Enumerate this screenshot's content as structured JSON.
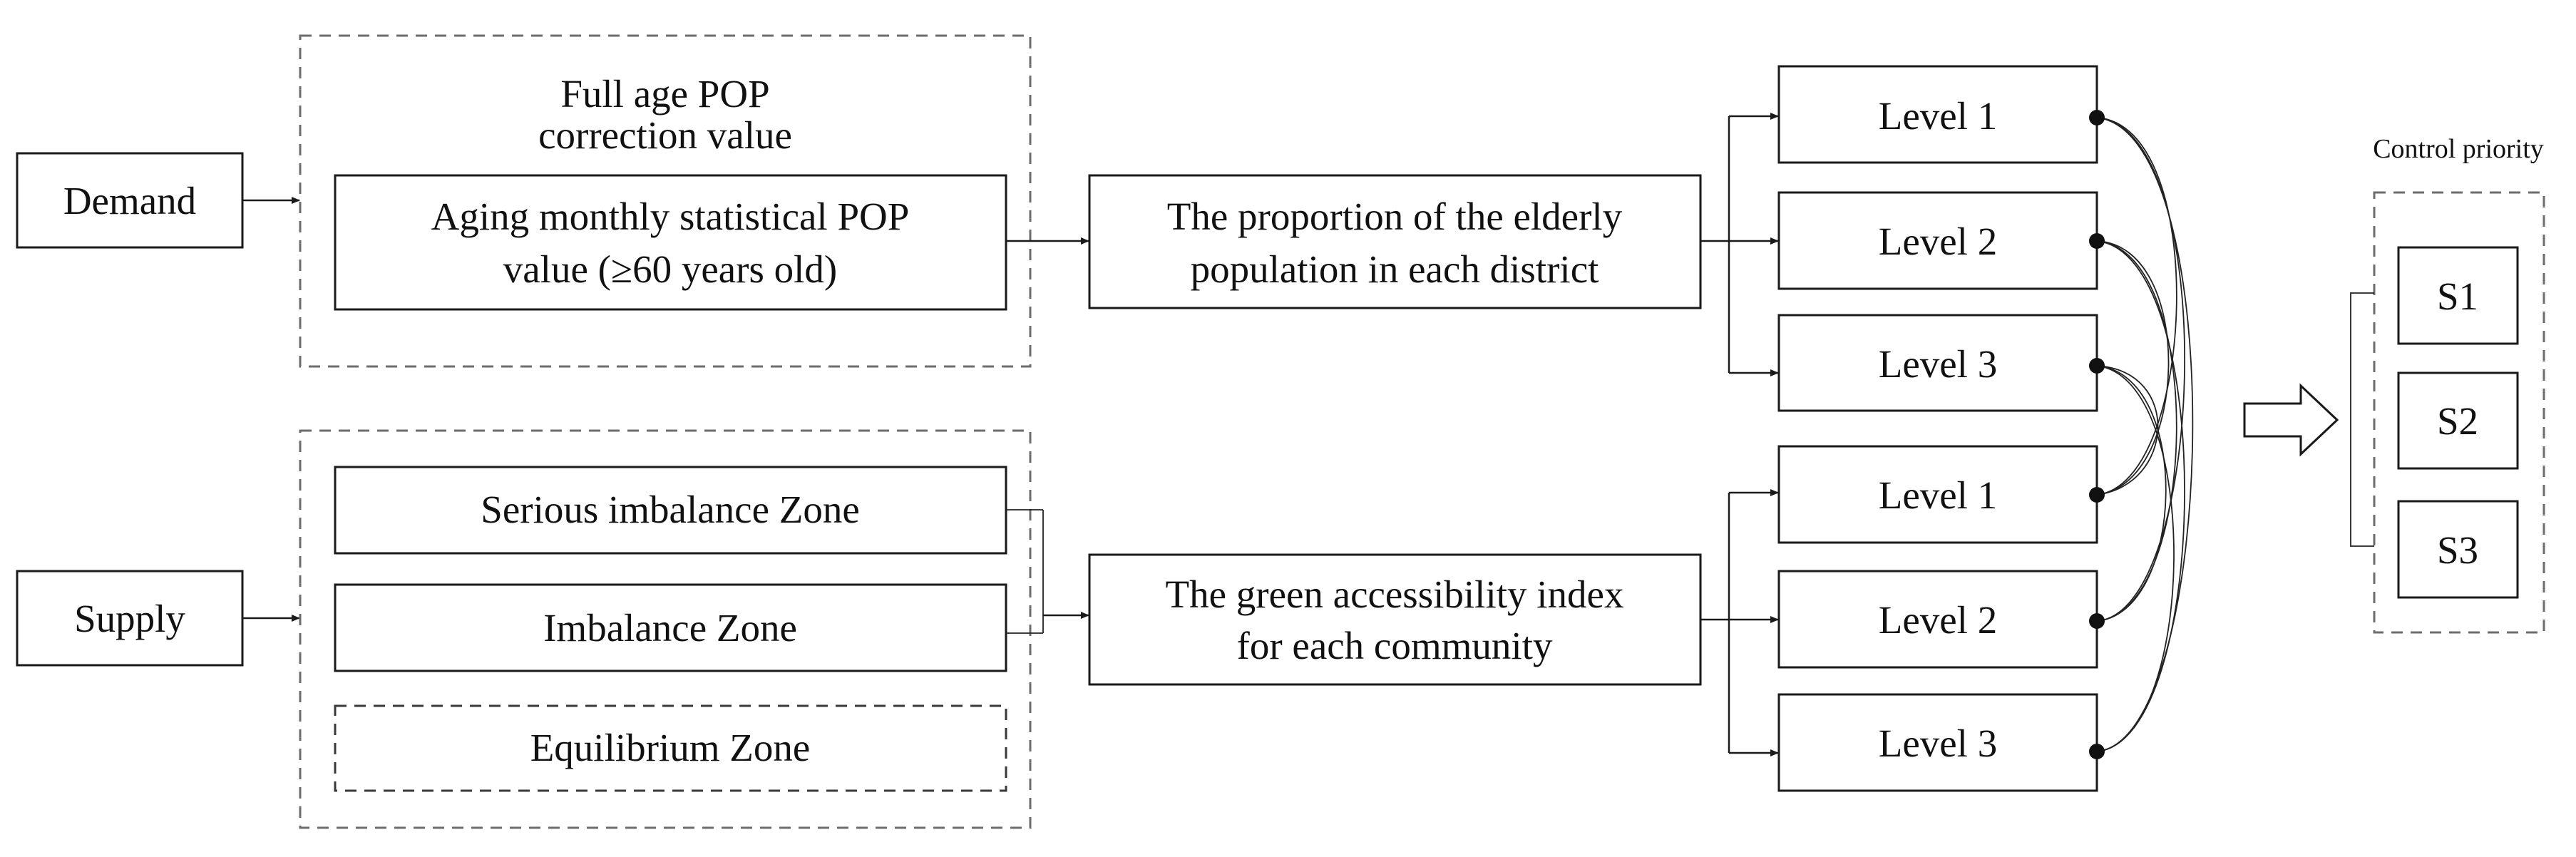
{
  "demand": {
    "label": "Demand",
    "group_title_line1": "Full age POP",
    "group_title_line2": "correction value",
    "aging_line1": "Aging monthly statistical POP",
    "aging_line2": "value (≥60 years old)",
    "proportion_line1": "The proportion of the elderly",
    "proportion_line2": "population in each district",
    "levels": [
      "Level 1",
      "Level 2",
      "Level 3"
    ]
  },
  "supply": {
    "label": "Supply",
    "zones": [
      "Serious imbalance Zone",
      "Imbalance Zone",
      "Equilibrium Zone"
    ],
    "index_line1": "The green accessibility index",
    "index_line2": "for each community",
    "levels": [
      "Level 1",
      "Level 2",
      "Level 3"
    ]
  },
  "control": {
    "title": "Control priority",
    "items": [
      "S1",
      "S2",
      "S3"
    ]
  },
  "colors": {
    "line": "#1a1a1a",
    "dashed_border": "#6d6d6d",
    "text": "#111111",
    "background": "#ffffff"
  }
}
